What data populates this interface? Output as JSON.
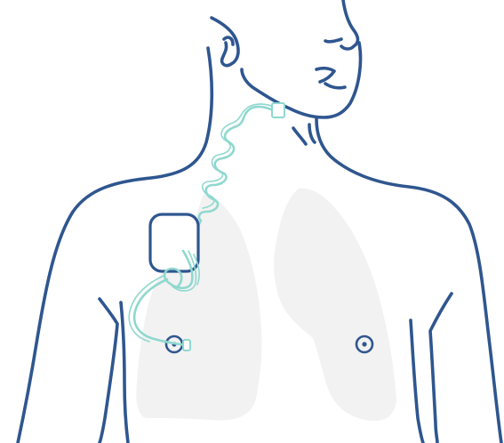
{
  "diagram": {
    "subject": "upper-torso-outline-with-implanted-device",
    "colors": {
      "outline": "#2f568f",
      "lung_fill": "#f2f2f2",
      "device_lead": "#8fd8cf",
      "background": "#ffffff"
    },
    "parts": [
      "head-and-neck",
      "shoulders",
      "left-lung",
      "right-lung",
      "implanted-pulse-generator",
      "coiled-lead",
      "nipple-left",
      "nipple-right"
    ]
  }
}
